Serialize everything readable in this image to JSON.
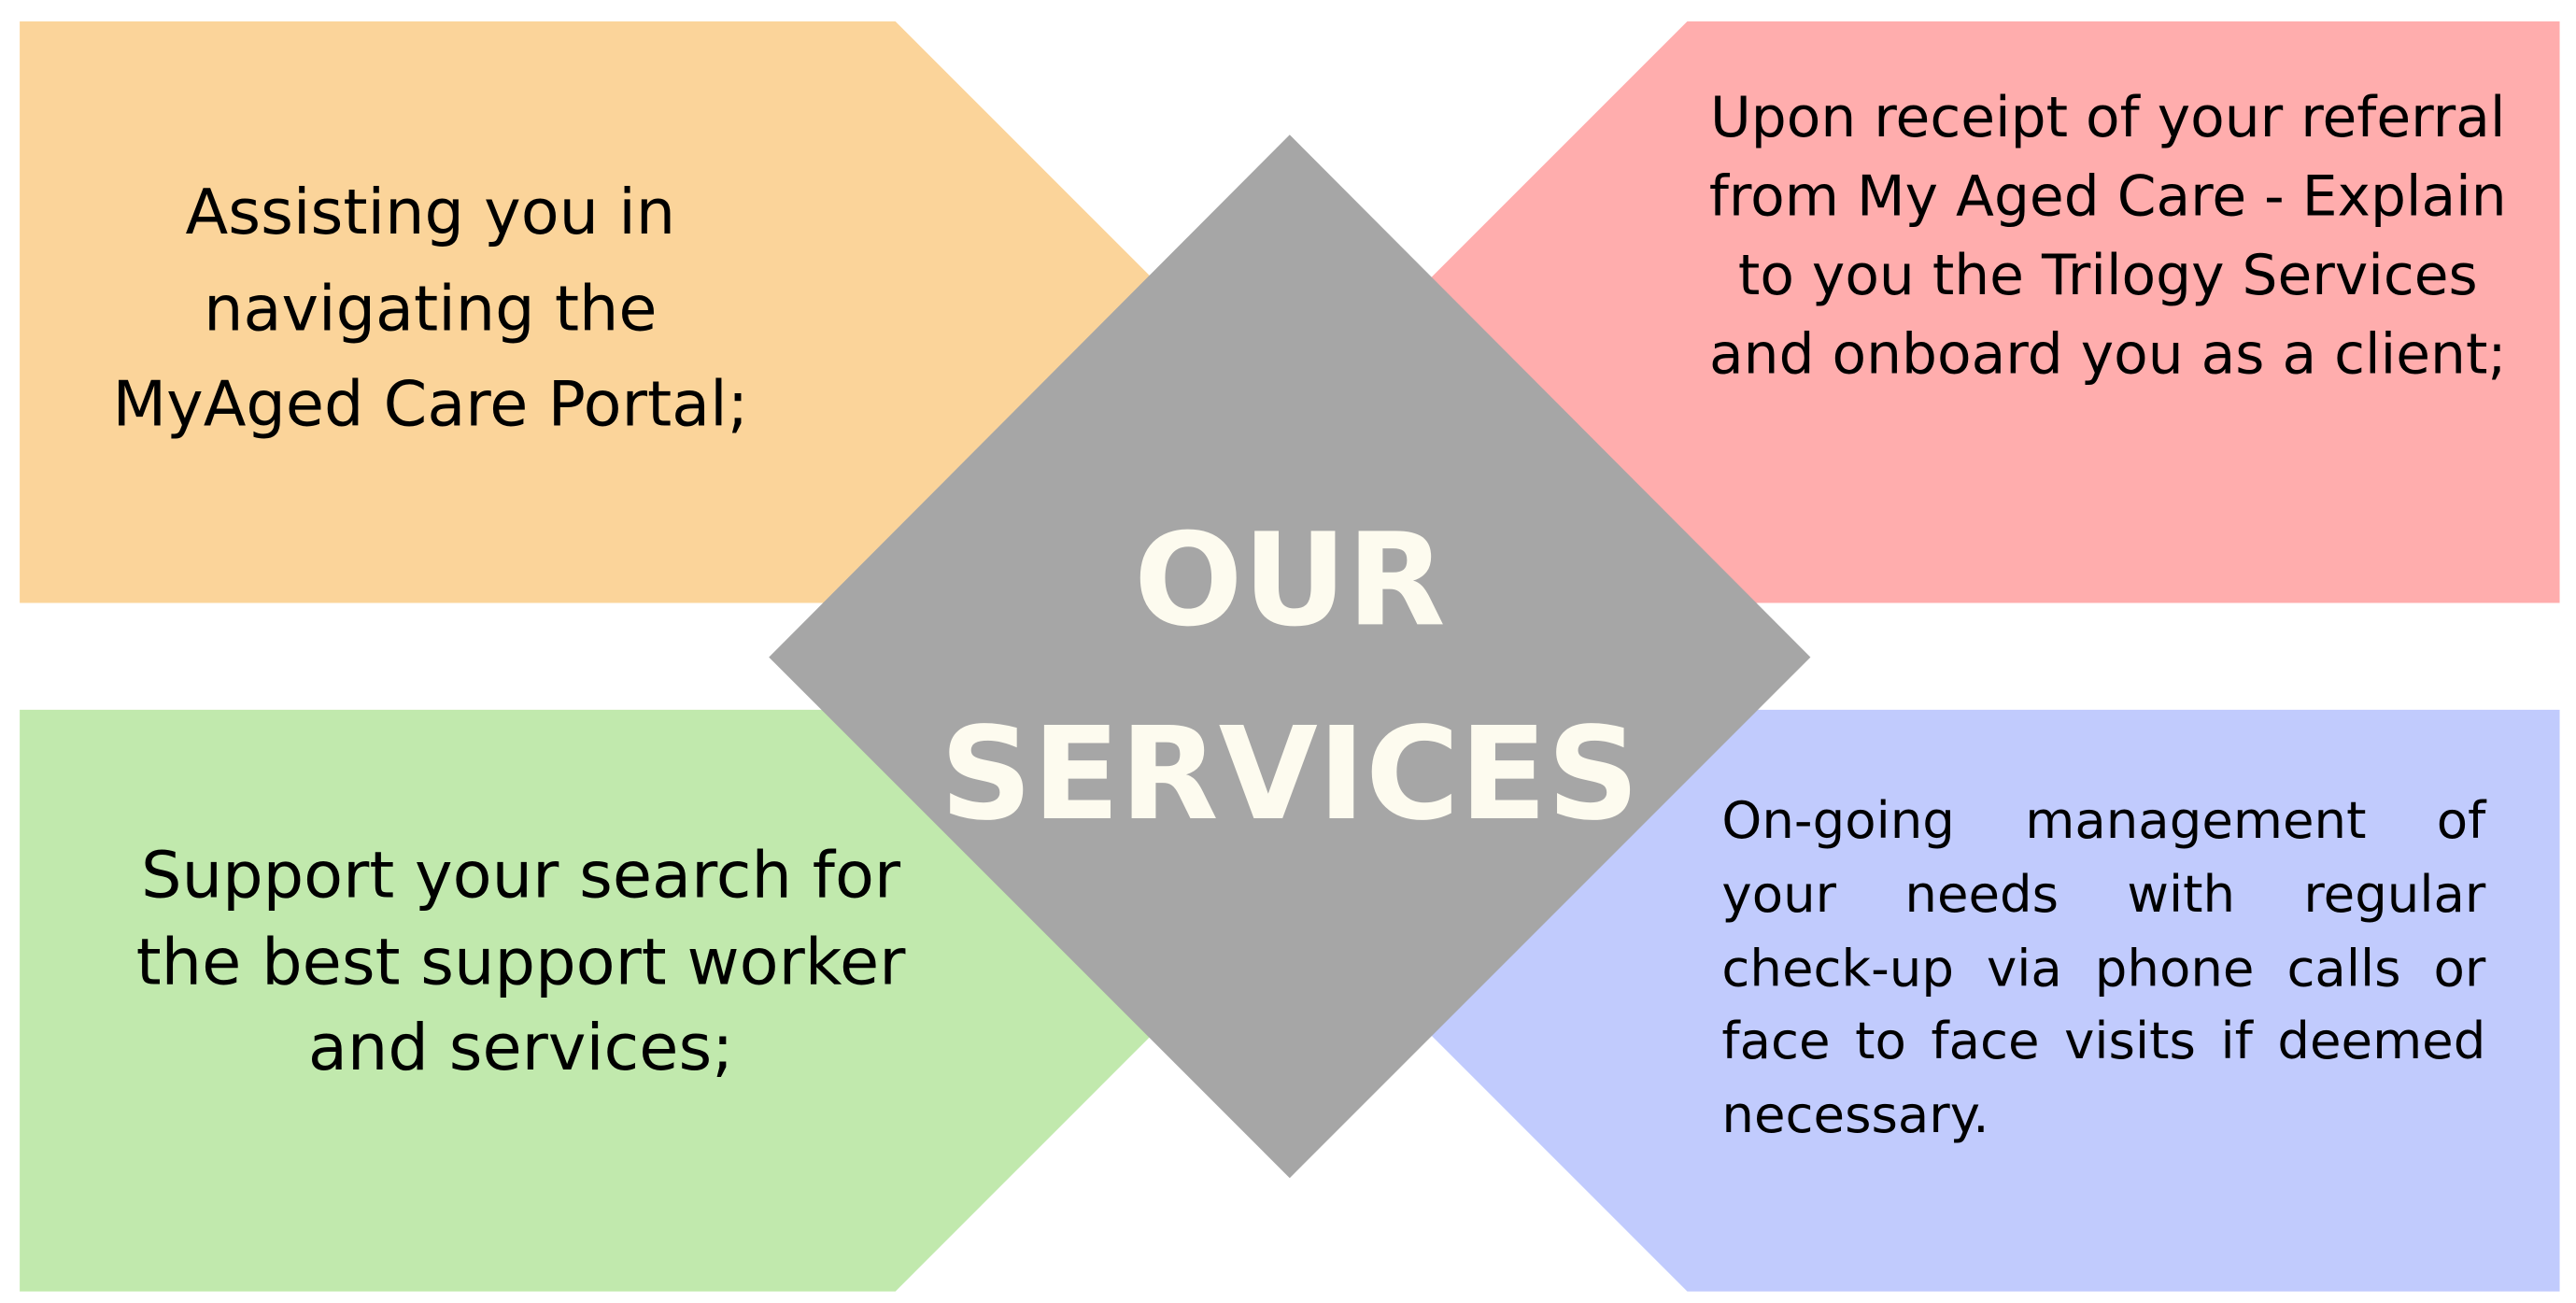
{
  "colors": {
    "orange_panel": "#FBD49A",
    "red_panel": "#FFADAD",
    "green_panel": "#C1E9AD",
    "blue_panel": "#C1CBFD",
    "diamond": "#A6A6A6",
    "title_text": "#FDFBEF"
  },
  "title": {
    "line1": "OUR",
    "line2": "SERVICES"
  },
  "panels": {
    "top_left": "Assisting you in navigating the MyAged Care Portal;",
    "top_right": "Upon receipt of your referral from My Aged Care - Explain to you the Trilogy Services and onboard you as a client;",
    "bottom_left": "Support your search for the best support worker and services;",
    "bottom_right": "On-going management of your needs with regular check-up via phone calls or face to face visits if deemed necessary."
  }
}
